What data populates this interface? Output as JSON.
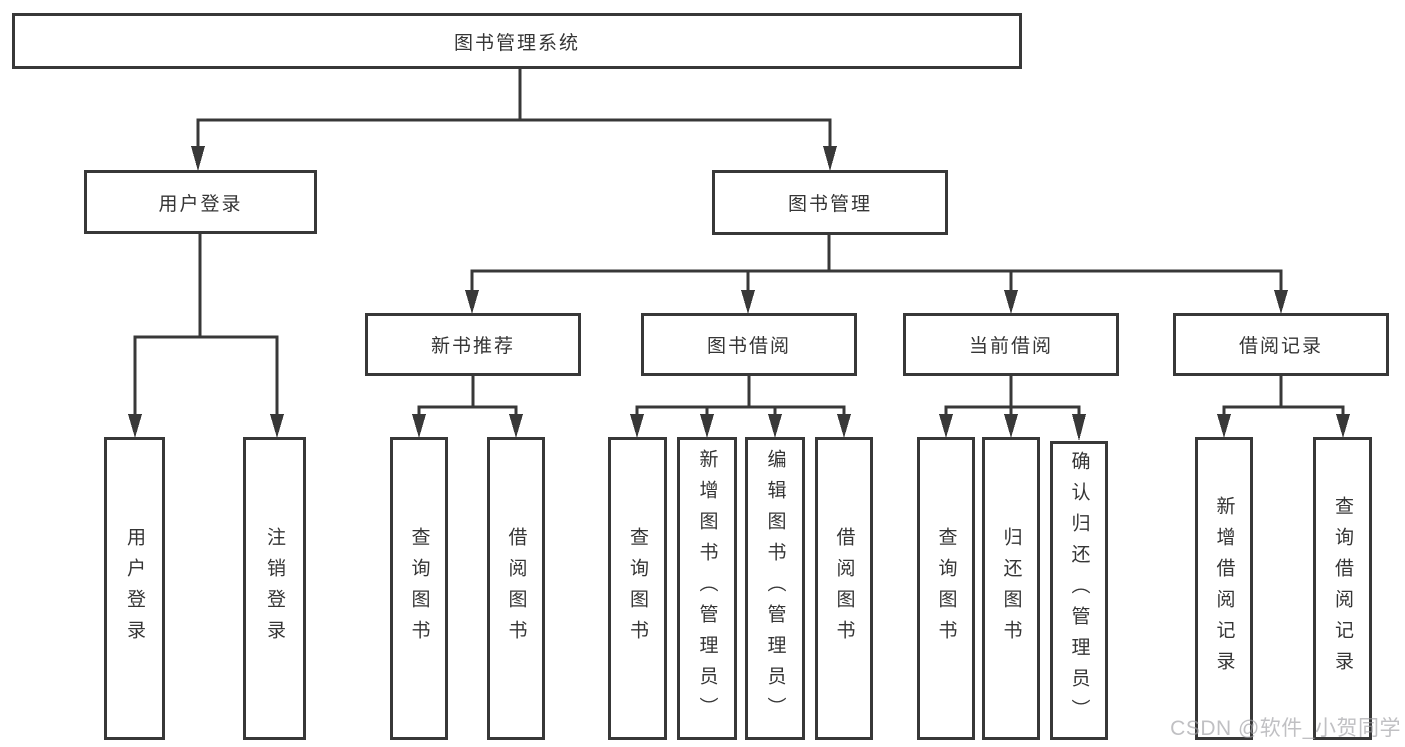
{
  "diagram": {
    "title": "图书管理系统",
    "branches": [
      {
        "label": "用户登录",
        "children": [
          {
            "label": "用户登录"
          },
          {
            "label": "注销登录"
          }
        ]
      },
      {
        "label": "图书管理",
        "children": [
          {
            "label": "新书推荐",
            "children": [
              {
                "label": "查询图书"
              },
              {
                "label": "借阅图书"
              }
            ]
          },
          {
            "label": "图书借阅",
            "children": [
              {
                "label": "查询图书"
              },
              {
                "label": "新增图书（管理员）"
              },
              {
                "label": "编辑图书（管理员）"
              },
              {
                "label": "借阅图书"
              }
            ]
          },
          {
            "label": "当前借阅",
            "children": [
              {
                "label": "查询图书"
              },
              {
                "label": "归还图书"
              },
              {
                "label": "确认归还（管理员）"
              }
            ]
          },
          {
            "label": "借阅记录",
            "children": [
              {
                "label": "新增借阅记录"
              },
              {
                "label": "查询借阅记录"
              }
            ]
          }
        ]
      }
    ]
  },
  "watermark": "CSDN @软件_小贺同学",
  "colors": {
    "line": "#383838",
    "text": "#353535",
    "box_background": "#ffffff",
    "page_background": "#ffffff",
    "watermark": "#b3b3b6"
  }
}
